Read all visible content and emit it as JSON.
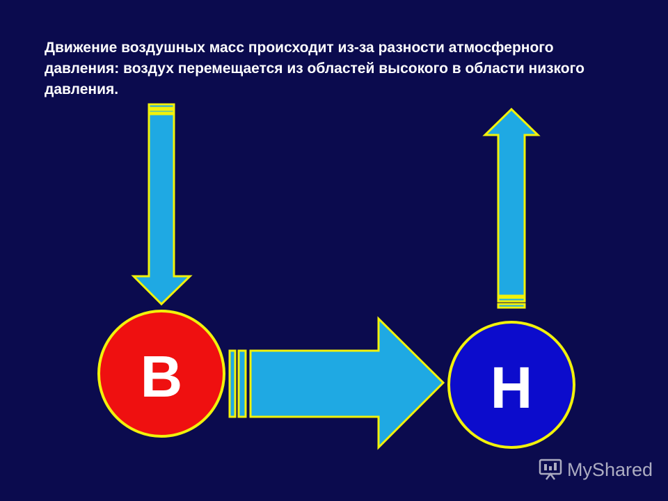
{
  "caption": "Движение воздушных масс происходит из-за разности атмосферного давления: воздух перемещается из областей высокого в области низкого давления.",
  "high_pressure_label": "В",
  "low_pressure_label": "Н",
  "watermark": "MyShared",
  "colors": {
    "background": "#0b0b4e",
    "arrow_fill": "#1fa9e3",
    "arrow_outline": "#f2f20a",
    "high_fill": "#ef1010",
    "low_fill": "#0c0ccc",
    "circle_outline": "#f2f20a"
  },
  "icons": {
    "arrow_down": "arrow-down-icon",
    "arrow_right": "arrow-right-icon",
    "arrow_up": "arrow-up-icon",
    "watermark_logo": "presentation-icon"
  }
}
